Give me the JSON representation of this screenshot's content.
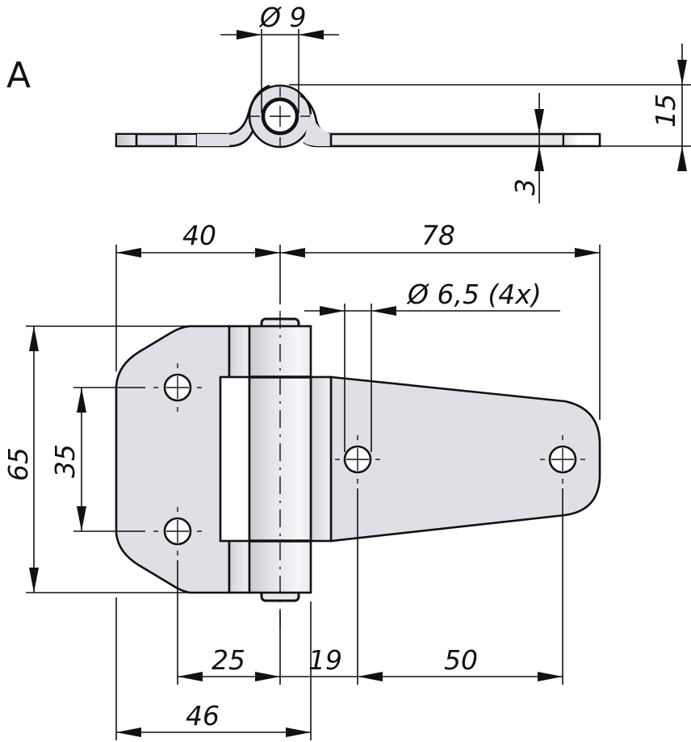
{
  "drawing": {
    "title": "Hinge technical drawing",
    "view_label": "A",
    "colors": {
      "line": "#111111",
      "plate_fill": "#dfe0e5",
      "knuckle_light": "#f4f4f7",
      "knuckle_dark": "#c9cad0",
      "background": "#ffffff"
    },
    "side_view": {
      "dimensions": {
        "pin_diameter": "Ø 9",
        "height": "15",
        "thickness": "3"
      }
    },
    "front_view": {
      "dimensions": {
        "left_leaf_width": "40",
        "right_leaf_width": "78",
        "hole_diameter": "Ø 6,5 (4x)",
        "overall_height": "65",
        "hole_spacing_vertical": "35",
        "left_hole_to_axis": "25",
        "axis_to_right_hole": "19",
        "right_hole_spacing": "50",
        "left_edge_to_knuckle": "46"
      }
    }
  }
}
